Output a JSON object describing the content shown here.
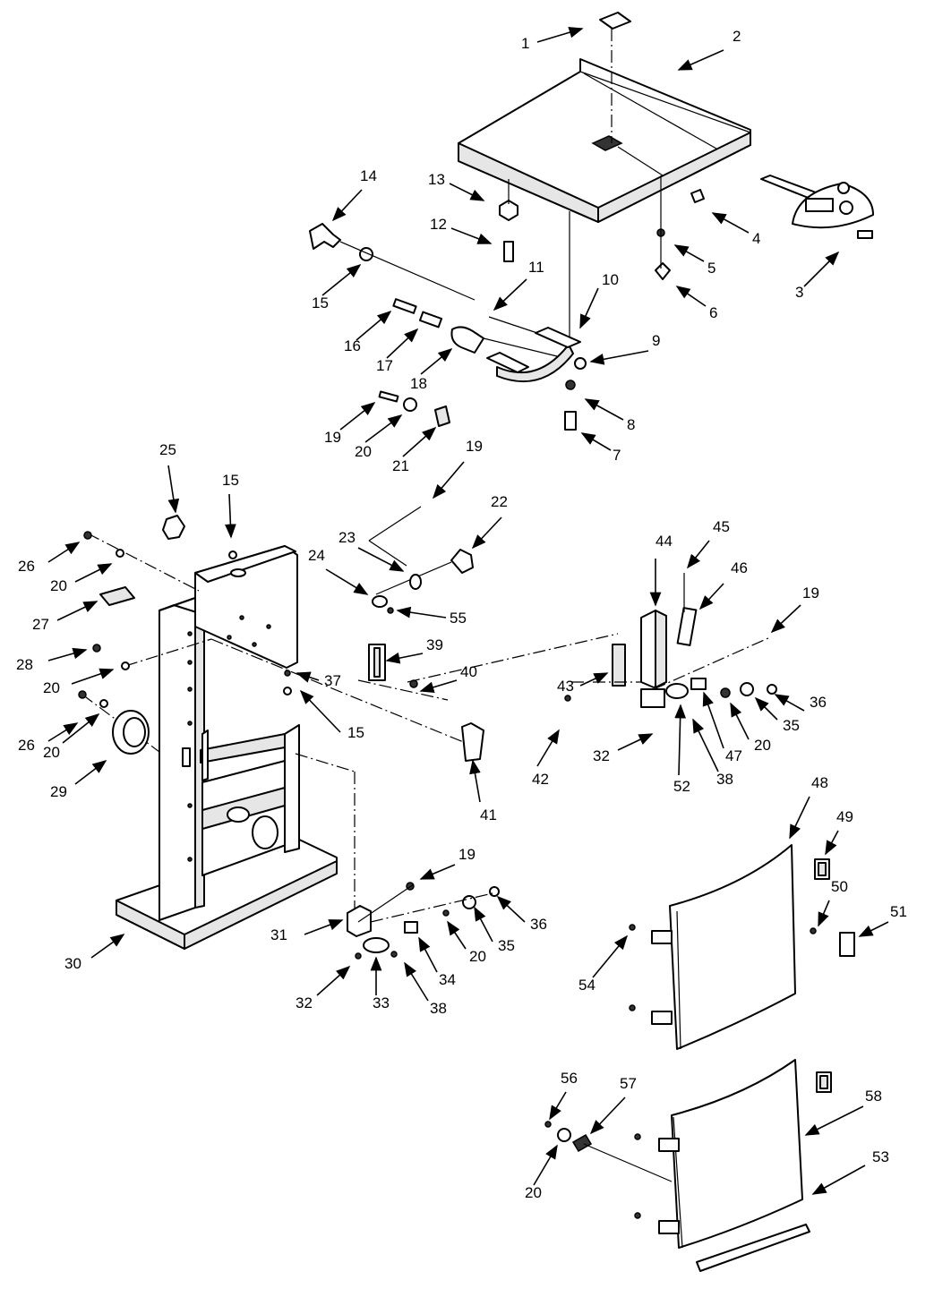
{
  "diagram": {
    "callouts": [
      {
        "label": "1"
      },
      {
        "label": "2"
      },
      {
        "label": "3"
      },
      {
        "label": "4"
      },
      {
        "label": "5"
      },
      {
        "label": "6"
      },
      {
        "label": "7"
      },
      {
        "label": "8"
      },
      {
        "label": "9"
      },
      {
        "label": "10"
      },
      {
        "label": "11"
      },
      {
        "label": "12"
      },
      {
        "label": "13"
      },
      {
        "label": "14"
      },
      {
        "label": "15"
      },
      {
        "label": "16"
      },
      {
        "label": "17"
      },
      {
        "label": "18"
      },
      {
        "label": "19"
      },
      {
        "label": "20"
      },
      {
        "label": "21"
      },
      {
        "label": "25"
      },
      {
        "label": "15"
      },
      {
        "label": "19"
      },
      {
        "label": "22"
      },
      {
        "label": "23"
      },
      {
        "label": "24"
      },
      {
        "label": "26"
      },
      {
        "label": "20"
      },
      {
        "label": "27"
      },
      {
        "label": "55"
      },
      {
        "label": "28"
      },
      {
        "label": "20"
      },
      {
        "label": "39"
      },
      {
        "label": "40"
      },
      {
        "label": "26"
      },
      {
        "label": "20"
      },
      {
        "label": "37"
      },
      {
        "label": "15"
      },
      {
        "label": "29"
      },
      {
        "label": "41"
      },
      {
        "label": "44"
      },
      {
        "label": "45"
      },
      {
        "label": "46"
      },
      {
        "label": "19"
      },
      {
        "label": "43"
      },
      {
        "label": "36"
      },
      {
        "label": "35"
      },
      {
        "label": "20"
      },
      {
        "label": "47"
      },
      {
        "label": "42"
      },
      {
        "label": "32"
      },
      {
        "label": "52"
      },
      {
        "label": "38"
      },
      {
        "label": "48"
      },
      {
        "label": "49"
      },
      {
        "label": "50"
      },
      {
        "label": "51"
      },
      {
        "label": "19"
      },
      {
        "label": "36"
      },
      {
        "label": "35"
      },
      {
        "label": "20"
      },
      {
        "label": "34"
      },
      {
        "label": "31"
      },
      {
        "label": "30"
      },
      {
        "label": "32"
      },
      {
        "label": "33"
      },
      {
        "label": "38"
      },
      {
        "label": "54"
      },
      {
        "label": "56"
      },
      {
        "label": "57"
      },
      {
        "label": "58"
      },
      {
        "label": "53"
      },
      {
        "label": "20"
      }
    ]
  }
}
